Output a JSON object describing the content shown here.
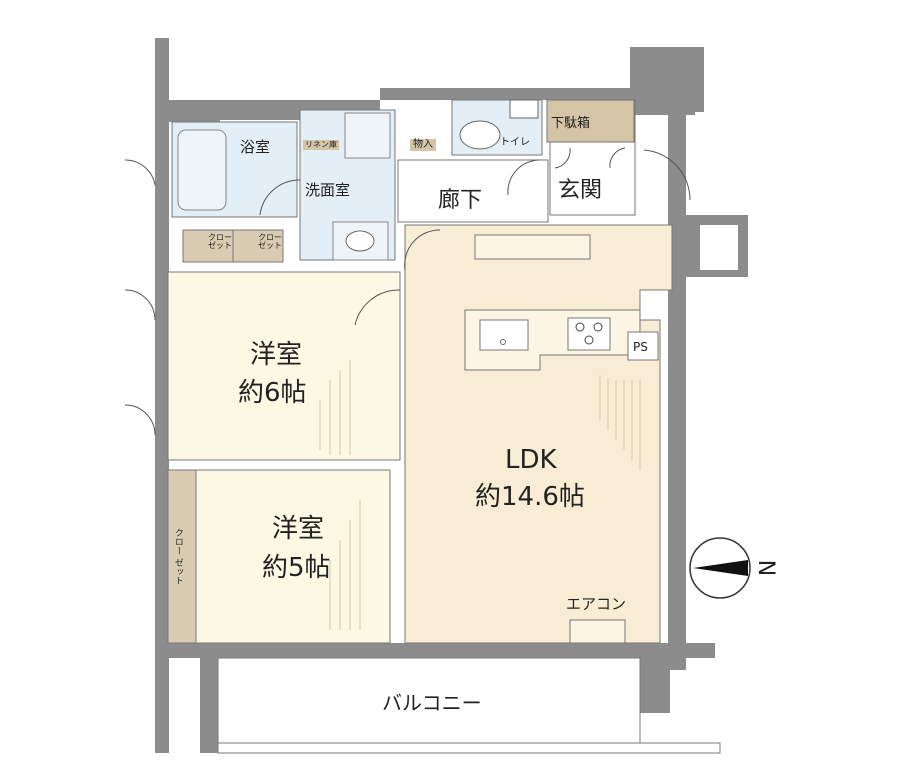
{
  "rooms": {
    "bath": "浴室",
    "linen": "リネン庫",
    "washroom": "洗面室",
    "storage": "物入",
    "toilet": "トイレ",
    "shoe_box": "下駄箱",
    "entrance": "玄関",
    "hallway": "廊下",
    "closet_a": "クロー\nゼット",
    "closet_b": "クロー\nゼット",
    "western_6_name": "洋室",
    "western_6_size": "約6帖",
    "western_5_name": "洋室",
    "western_5_size": "約5帖",
    "closet_c": "クロー ゼット",
    "ldk_name": "LDK",
    "ldk_size": "約14.6帖",
    "aircon": "エアコン",
    "ps": "PS",
    "balcony": "バルコニー"
  },
  "compass": {
    "north": "N"
  },
  "colors": {
    "wall": "#8c8c8c",
    "ldk_floor": "#f9ecd4",
    "room_floor": "#fbf8e4",
    "wet_floor": "#e3eef6",
    "closet": "#d9ccb2",
    "shoe_box": "#d3c5a6"
  }
}
